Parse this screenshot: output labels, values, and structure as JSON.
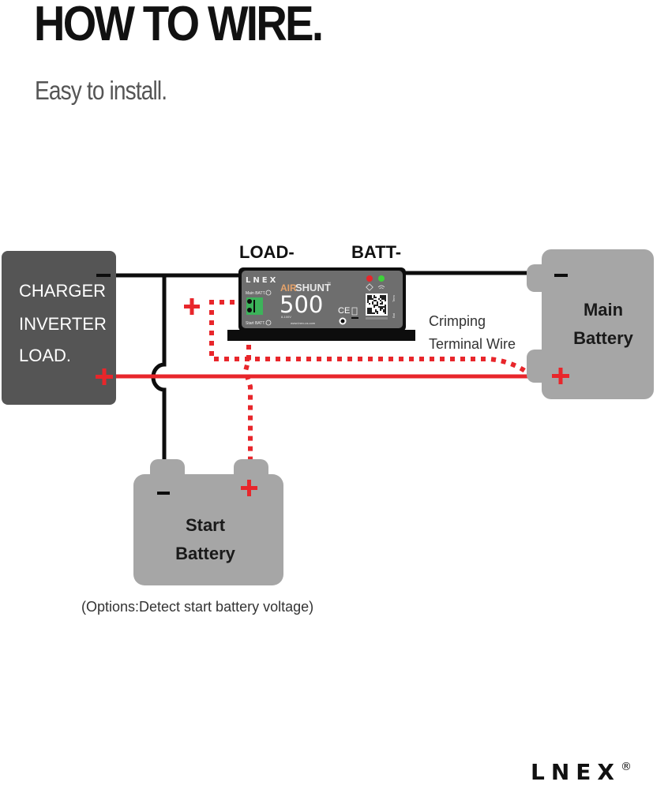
{
  "header": {
    "title": "HOW TO WIRE.",
    "subtitle": "Easy to install."
  },
  "terminals": {
    "load_neg": "LOAD-",
    "batt_neg": "BATT-"
  },
  "charger_block": {
    "lines": [
      "CHARGER",
      "INVERTER",
      "LOAD."
    ],
    "neg_symbol": "−",
    "pos_symbol": "+"
  },
  "main_battery": {
    "lines": [
      "Main",
      "Battery"
    ],
    "neg_symbol": "−",
    "pos_symbol": "+"
  },
  "start_battery": {
    "lines": [
      "Start",
      "Battery"
    ],
    "neg_symbol": "−",
    "pos_symbol": "+",
    "note": "(Options:Detect start battery voltage)"
  },
  "crimping_note": {
    "lines": [
      "Crimping",
      "Terminal Wire"
    ]
  },
  "extra_plus_symbol": "+",
  "device": {
    "brand": "LNEX",
    "prefix": "AIR",
    "name": "SHUNT",
    "trademark": "™",
    "model": "500",
    "voltage": "8-100V",
    "main_batt_label": "Main BATT.",
    "start_batt_label": "Start BATT.",
    "website": "www.lnex-us.com",
    "ce_mark": "CE",
    "side_labels": [
      "Term",
      "Bat"
    ],
    "led_colors": [
      "#e8262b",
      "#3ed13a"
    ]
  },
  "footer": {
    "brand": "LNEX",
    "registered": "®"
  },
  "colors": {
    "wire_black": "#0d0d0d",
    "wire_red": "#e8262b",
    "charger_fill": "#555555",
    "battery_fill": "#a6a6a6",
    "device_fill": "#6e6e6e",
    "connector_green": "#3cb35a"
  }
}
